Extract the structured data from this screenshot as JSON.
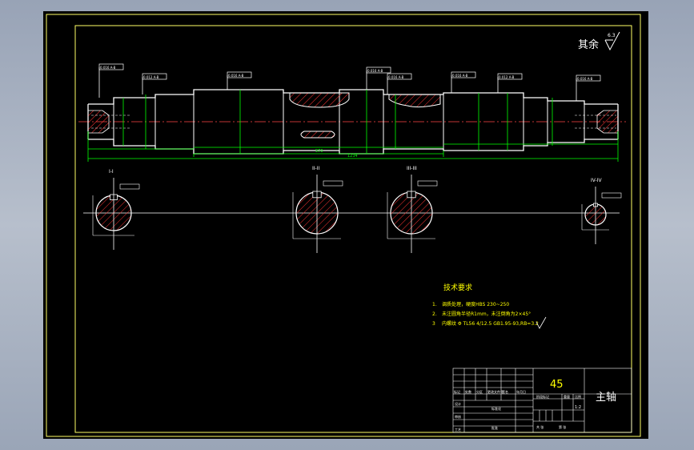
{
  "drawing": {
    "roughness_note": "其余",
    "roughness_symbol_value": "6.3",
    "section_labels": [
      "I-I",
      "II-II",
      "III-III",
      "IV-IV"
    ],
    "leader_tags": [
      "0.016 A-B",
      "0.012 A-B",
      "0.016 A-B",
      "0.016 A-B",
      "0.016 A-B",
      "0.016 A-B",
      "0.012 A-B",
      "0.016 A-B"
    ],
    "total_length_label": "1234",
    "segment_length_label": "570",
    "tech_requirements": {
      "title": "技术要求",
      "items": [
        {
          "num": "1.",
          "text": "调质处理，硬度HBS 230~250"
        },
        {
          "num": "2.",
          "text": "未注圆角半径R1mm，未注倒角为2×45°"
        },
        {
          "num": "3",
          "text": "内螺纹 Φ TL56 4/12.5 GB1.95-93,RB=3.2"
        }
      ]
    },
    "title_block": {
      "material": "45",
      "part_name": "主轴",
      "header_cells": [
        "标记",
        "处数",
        "分区",
        "更改文件号",
        "签名",
        "年月日"
      ],
      "left_rows": [
        "设计",
        "审核",
        "工艺"
      ],
      "mid_labels": [
        "标准化",
        "批准"
      ],
      "right_labels": [
        "阶段标记",
        "重量",
        "比例"
      ],
      "sheet_info": [
        "共 张",
        "第 张"
      ],
      "scale_value": "1:2"
    }
  },
  "colors": {
    "outline": "#ffffff",
    "border": "#ffff66",
    "dimension": "#00ff00",
    "centerline": "#ff4444",
    "hatch": "#ff3333",
    "text_yellow": "#ffff00"
  }
}
